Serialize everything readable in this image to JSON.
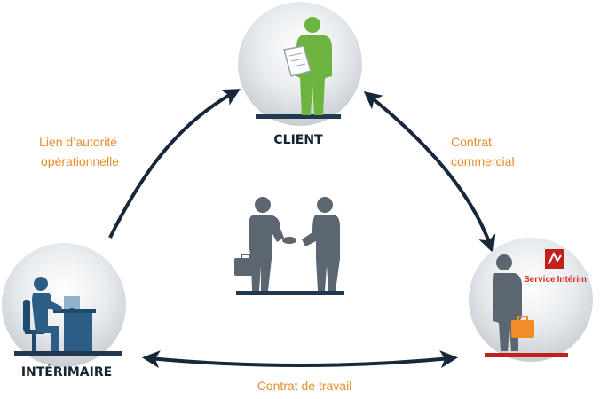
{
  "nodes": {
    "client": {
      "label": "CLIENT"
    },
    "interimaire": {
      "label": "INTÉRIMAIRE"
    },
    "agency": {
      "logo": {
        "word1": "Service",
        "word2": "Intérim",
        "word1_color": "#d52b1e",
        "word2_color": "#d52b1e"
      }
    }
  },
  "relations": {
    "authority": {
      "line1": "Lien d’autorité",
      "line2": "opérationnelle"
    },
    "commercial": {
      "line1": "Contrat",
      "line2": "commercial"
    },
    "work": {
      "line1": "Contrat de travail"
    }
  },
  "colors": {
    "accent": "#e98b2b",
    "client_figure": "#6cb33f",
    "figure_gray": "#5b6670",
    "arrow": "#17283a",
    "platform": "#22384f",
    "agency_platform": "#c4201b",
    "briefcase_orange": "#f28c28"
  }
}
